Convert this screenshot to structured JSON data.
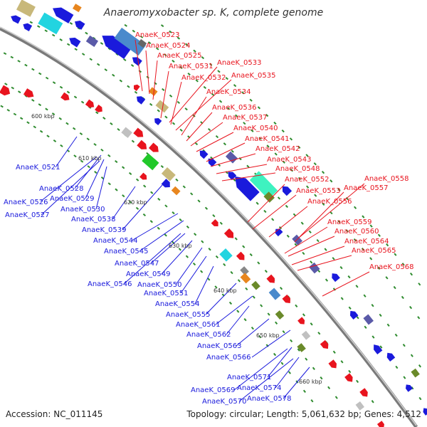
{
  "title": "Anaeromyxobacter sp. K, complete genome",
  "accession": "Accession: NC_011145",
  "topology": "Topology: circular; Length: 5,061,632 bp; Genes: 4,512",
  "kbp_labels": [
    "600 kbp",
    "610 kbp",
    "620 kbp",
    "630 kbp",
    "640 kbp",
    "650 kbp",
    "660 kbp"
  ],
  "forward_genes": [
    "AnaeK_0523",
    "AnaeK_0524",
    "AnaeK_0525",
    "AnaeK_0531",
    "AnaeK_0533",
    "AnaeK_0532",
    "AnaeK_0535",
    "AnaeK_0534",
    "AnaeK_0536",
    "AnaeK_0537",
    "AnaeK_0540",
    "AnaeK_0541",
    "AnaeK_0542",
    "AnaeK_0543",
    "AnaeK_0548",
    "AnaeK_0552",
    "AnaeK_0558",
    "AnaeK_0553",
    "AnaeK_0557",
    "AnaeK_0556",
    "AnaeK_0559",
    "AnaeK_0560",
    "AnaeK_0564",
    "AnaeK_0565",
    "AnaeK_0568"
  ],
  "reverse_genes": [
    "AnaeK_0521",
    "AnaeK_0528",
    "AnaeK_0526",
    "AnaeK_0529",
    "AnaeK_0527",
    "AnaeK_0530",
    "AnaeK_0538",
    "AnaeK_0539",
    "AnaeK_0544",
    "AnaeK_0545",
    "AnaeK_0547",
    "AnaeK_0549",
    "AnaeK_0546",
    "AnaeK_0550",
    "AnaeK_0551",
    "AnaeK_0554",
    "AnaeK_0555",
    "AnaeK_0561",
    "AnaeK_0562",
    "AnaeK_0563",
    "AnaeK_0566",
    "AnaeK_0571",
    "AnaeK_0574",
    "AnaeK_0569",
    "AnaeK_0570",
    "AnaeK_0578"
  ],
  "colors": {
    "forward": "#e8141e",
    "reverse": "#1a1adc",
    "backbone": "#888888",
    "dots": "#2e8b2e"
  }
}
